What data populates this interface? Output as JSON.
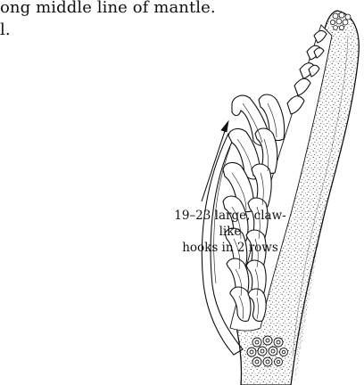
{
  "caption_top": {
    "line1": "ong middle line of mantle.",
    "line2": "l."
  },
  "annotation": {
    "line1": "19–23 large, claw-like",
    "line2": "hooks in 2 rows"
  },
  "colors": {
    "ink": "#111111",
    "background": "#ffffff"
  }
}
